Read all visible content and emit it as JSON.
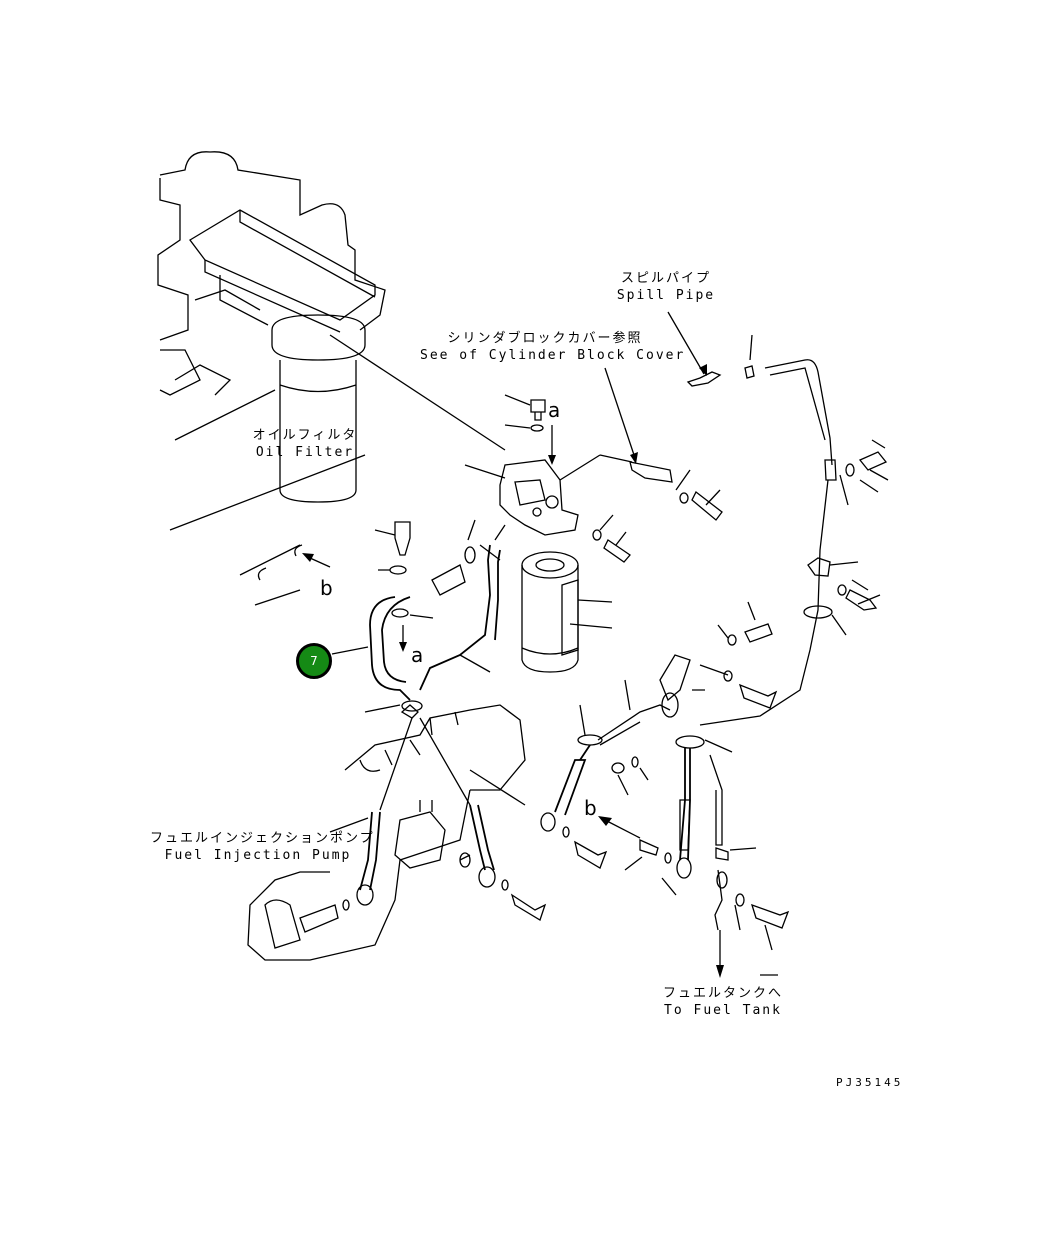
{
  "labels": {
    "spill_pipe_jp": "スピルパイプ",
    "spill_pipe_en": "Spill Pipe",
    "cyl_cover_jp": "シリンダブロックカバー参照",
    "cyl_cover_en": "See of Cylinder Block Cover",
    "oil_filter_jp": "オイルフィルタ",
    "oil_filter_en": "Oil Filter",
    "inj_pump_jp": "フュエルインジェクションポンプ",
    "inj_pump_en": "Fuel Injection Pump",
    "fuel_tank_jp": "フュエルタンクへ",
    "fuel_tank_en": "To Fuel Tank"
  },
  "callouts": {
    "a_top": "a",
    "a_left": "a",
    "b_left": "b",
    "b_mid": "b"
  },
  "badge": {
    "number": "7",
    "color": "#158a15"
  },
  "drawing_ref": "PJ35145"
}
